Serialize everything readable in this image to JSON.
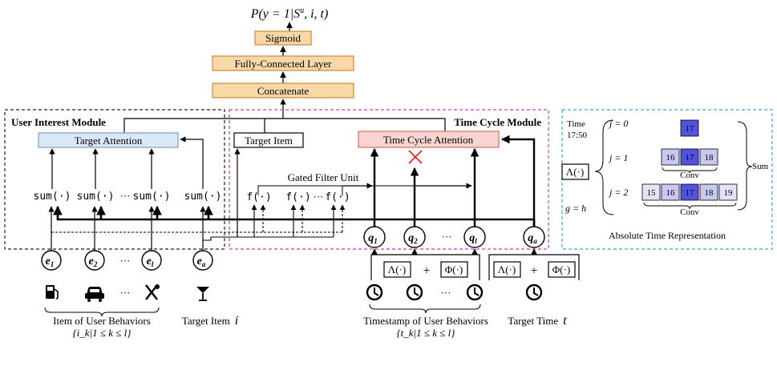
{
  "output": {
    "label": "P(y = 1|S",
    "sup": "u",
    "rest": ", i, t)"
  },
  "top_stack": {
    "sigmoid": "Sigmoid",
    "fc": "Fully-Connected Layer",
    "concat": "Concatenate"
  },
  "user_interest": {
    "title": "User Interest Module",
    "target_attention": "Target Attention",
    "sums": [
      "sum(·)",
      "sum(·)",
      "sum(·)",
      "sum(·)"
    ],
    "dots": "···",
    "embeddings": [
      {
        "base": "e",
        "sub": "1"
      },
      {
        "base": "e",
        "sub": "2"
      },
      {
        "base": "e",
        "sub": "l"
      },
      {
        "base": "e",
        "sub": "a"
      }
    ],
    "behavior_caption": "Item of User Behaviors",
    "behavior_set": "{i_k|1 ≤ k ≤ l}",
    "target_item_caption": "Target Item",
    "target_item_symbol": "i",
    "icons": [
      "fuel-pump-icon",
      "car-icon",
      "fork-knife-icon",
      "cocktail-icon"
    ]
  },
  "time_cycle": {
    "title": "Time Cycle Module",
    "target_item_box": "Target Item",
    "attention": "Time Cycle Attention",
    "gated_filter": "Gated Filter Unit",
    "filters": [
      "f(·)",
      "f(·)",
      "f(·)"
    ],
    "filter_dots": "···",
    "queries": [
      {
        "base": "q",
        "sub": "1"
      },
      {
        "base": "q",
        "sub": "2"
      },
      {
        "base": "q",
        "sub": "l"
      },
      {
        "base": "q",
        "sub": "a"
      }
    ],
    "lambda": "Λ(·)",
    "phi": "Φ(·)",
    "plus": "+",
    "timestamp_caption": "Timestamp of User Behaviors",
    "timestamp_set": "{t_k|1 ≤ k ≤ l}",
    "target_time_caption": "Target Time",
    "target_time_symbol": "t",
    "icons": [
      "clock-icon"
    ]
  },
  "absolute_time": {
    "caption": "Absolute Time Representation",
    "time_label": "Time",
    "time_value": "17:50",
    "lambda": "Λ(·)",
    "rows": [
      {
        "label": "j = 0",
        "cells": [
          "17"
        ]
      },
      {
        "label": "j = 1",
        "cells": [
          "16",
          "17",
          "18"
        ]
      },
      {
        "label": "j = 2",
        "cells": [
          "15",
          "16",
          "17",
          "18",
          "19"
        ]
      }
    ],
    "g_label": "g = h",
    "conv": "Conv",
    "sum": "Sum"
  },
  "colors": {
    "orange_fill": "#f9d7a6",
    "orange_stroke": "#c88a3d",
    "blue_fill": "#dbe8f7",
    "blue_stroke": "#7b9cc9",
    "pink_fill": "#f8d4d0",
    "pink_stroke": "#d46d66",
    "cell_dark": "#5252e0",
    "cell_light": "#c8c8f2",
    "cell_lighter": "#e4e4f8",
    "cross": "#e02020",
    "purple_border": "#c03fc0",
    "cyan_border": "#3aa8d8"
  }
}
